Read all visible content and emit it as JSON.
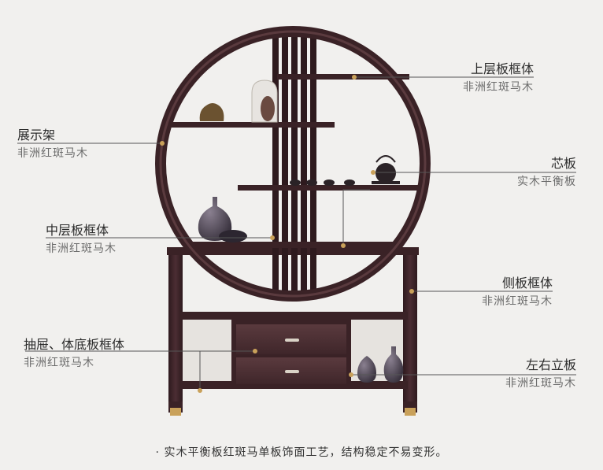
{
  "labels": {
    "upper_frame": {
      "title": "上层板框体",
      "material": "非洲红斑马木"
    },
    "display_rack": {
      "title": "展示架",
      "material": "非洲红斑马木"
    },
    "core_board": {
      "title": "芯板",
      "material": "实木平衡板"
    },
    "middle_frame": {
      "title": "中层板框体",
      "material": "非洲红斑马木"
    },
    "side_frame": {
      "title": "侧板框体",
      "material": "非洲红斑马木"
    },
    "drawer_bottom_frame": {
      "title": "抽屉、体底板框体",
      "material": "非洲红斑马木"
    },
    "left_right_panel": {
      "title": "左右立板",
      "material": "非洲红斑马木"
    }
  },
  "footnote": "· 实木平衡板红斑马单板饰面工艺，结构稳定不易变形。",
  "colors": {
    "background": "#f1f0ee",
    "wood_dark": "#3a2226",
    "wood_mid": "#4a2c31",
    "leader_line": "#555555",
    "brass_dot": "#c9a15a"
  }
}
